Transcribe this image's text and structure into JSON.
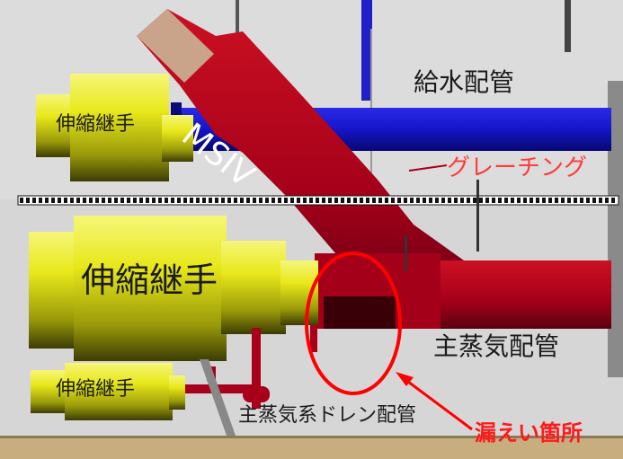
{
  "labels": {
    "msiv": "MSIV",
    "feedwater_pipe": "給水配管",
    "grating": "グレーチング",
    "main_steam_pipe": "主蒸気配管",
    "drain_pipe": "主蒸気系ドレン配管",
    "leak_location": "漏えい箇所",
    "expansion_joint_upper": "伸縮継手",
    "expansion_joint_middle": "伸縮継手",
    "expansion_joint_lower": "伸縮継手"
  },
  "colors": {
    "background": "#d9d9d9",
    "steam_pipe": "#b3001b",
    "feedwater_pipe": "#1a1adb",
    "expansion_joint": "#e6e600",
    "annotation": "#ff0000",
    "floor": "#c8ad7f"
  }
}
